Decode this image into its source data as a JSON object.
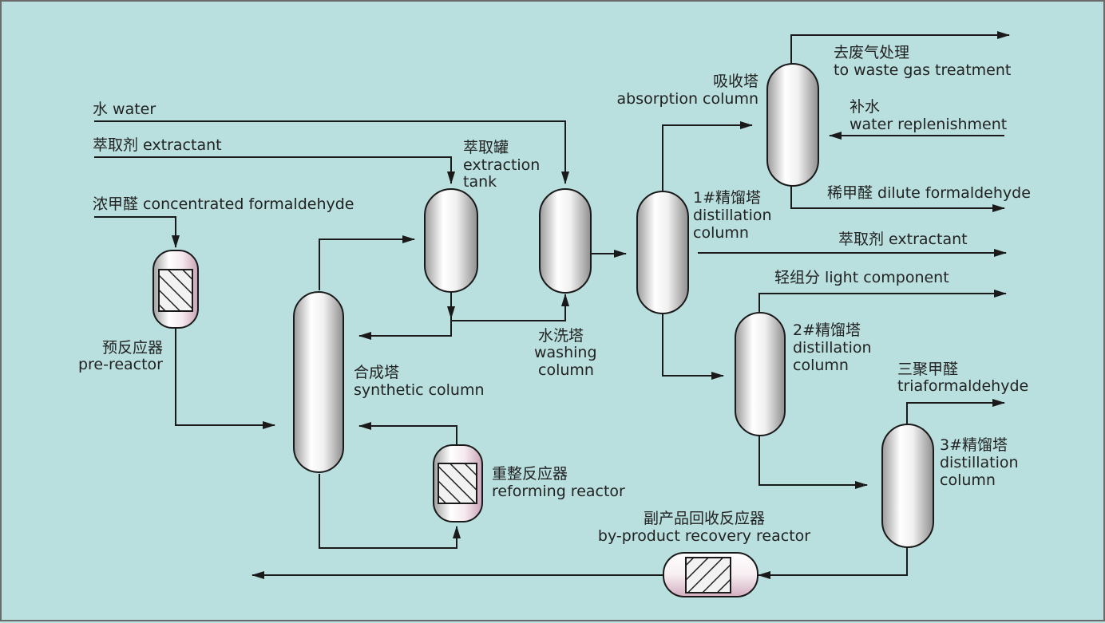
{
  "labels": {
    "water_in": "水 water",
    "extractant_in": "萃取剂 extractant",
    "conc_formaldehyde": "浓甲醛 concentrated formaldehyde",
    "extraction_tank_cn": "萃取罐",
    "extraction_tank_en1": "extraction",
    "extraction_tank_en2": "tank",
    "absorption_cn": "吸收塔",
    "absorption_en": "absorption column",
    "waste_gas_cn": "去废气处理",
    "waste_gas_en": "to waste gas treatment",
    "replenish_cn": "补水",
    "replenish_en": "water replenishment",
    "dilute_formaldehyde": "稀甲醛 dilute formaldehyde",
    "dist1_cn": "1#精馏塔",
    "dist1_en1": "distillation",
    "dist1_en2": "column",
    "extractant_out": "萃取剂 extractant",
    "light_component": "轻组分 light component",
    "dist2_cn": "2#精馏塔",
    "dist2_en1": "distillation",
    "dist2_en2": "column",
    "trioxane_cn": "三聚甲醛",
    "trioxane_en": "triaformaldehyde",
    "dist3_cn": "3#精馏塔",
    "dist3_en1": "distillation",
    "dist3_en2": "column",
    "prereactor_cn": "预反应器",
    "prereactor_en": "pre-reactor",
    "washing_cn": "水洗塔",
    "washing_en1": "washing",
    "washing_en2": "column",
    "synthetic_cn": "合成塔",
    "synthetic_en": "synthetic column",
    "reforming_cn": "重整反应器",
    "reforming_en": "reforming reactor",
    "byproduct_cn": "副产品回收反应器",
    "byproduct_en": "by-product recovery reactor"
  },
  "colors": {
    "background": "#b9e0de",
    "border": "#6a6a6a",
    "line": "#1a1a1a",
    "vessel_highlight": "#ffffff",
    "vessel_shade": "#8f8f8f",
    "reactor_tint": "#d8b4c8"
  }
}
